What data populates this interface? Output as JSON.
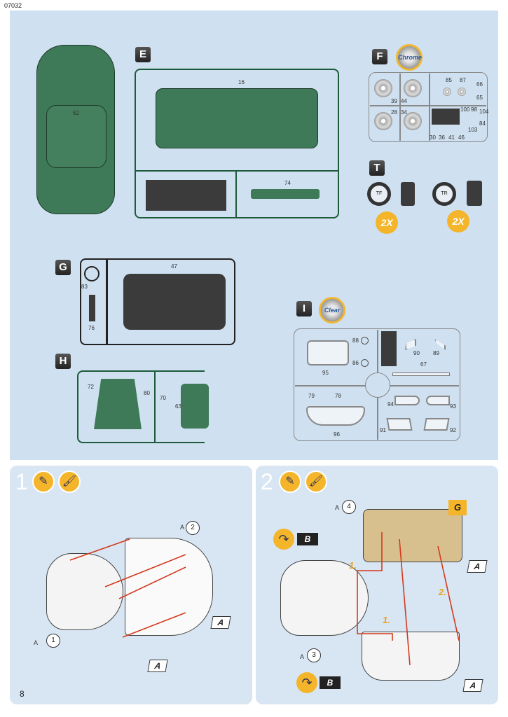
{
  "header": {
    "code": "07032"
  },
  "footer": {
    "page": "8"
  },
  "car": {
    "part": "62"
  },
  "sprues": {
    "E": {
      "label": "E",
      "parts": [
        "16",
        "74"
      ]
    },
    "F": {
      "label": "F",
      "material": "Chrome",
      "parts": [
        "39",
        "44",
        "28",
        "34",
        "85",
        "87",
        "66",
        "65",
        "100",
        "98",
        "104",
        "84",
        "103",
        "30",
        "36",
        "41",
        "46"
      ]
    },
    "T": {
      "label": "T",
      "tires": [
        "TF",
        "TR"
      ],
      "qty": [
        "2X",
        "2X"
      ]
    },
    "G": {
      "label": "G",
      "parts": [
        "47",
        "83",
        "76"
      ]
    },
    "H": {
      "label": "H",
      "parts": [
        "72",
        "80",
        "70",
        "63"
      ]
    },
    "I": {
      "label": "I",
      "material": "Clear",
      "parts": [
        "88",
        "86",
        "95",
        "90",
        "89",
        "67",
        "79",
        "78",
        "96",
        "94",
        "93",
        "91",
        "92"
      ]
    }
  },
  "steps": [
    {
      "number": "1",
      "callouts": [
        "2",
        "1"
      ],
      "tags": [
        "A",
        "A"
      ]
    },
    {
      "number": "2",
      "callouts": [
        "4",
        "3"
      ],
      "tags": [
        "A",
        "A",
        "B",
        "B",
        "G"
      ],
      "order": [
        "1.",
        "1.",
        "2."
      ]
    }
  ],
  "colors": {
    "background": "#cfe0f0",
    "accent": "#f4b52a",
    "plastic": "#3e7a58"
  }
}
